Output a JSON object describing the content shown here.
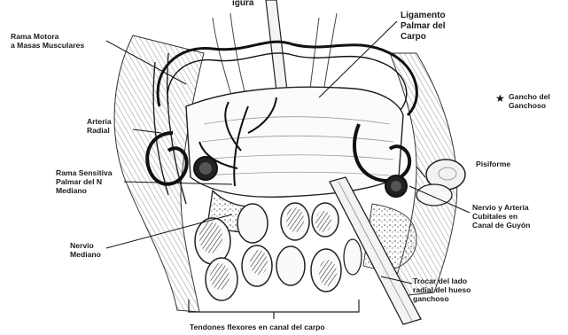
{
  "figure": {
    "partial_title": "igura",
    "labels": {
      "ligamento": "Ligamento\nPalmar del\nCarpo",
      "rama_motora": "Rama Motora\na Masas Musculares",
      "gancho": "Gancho del\nGanchoso",
      "arteria_radial": "Arteria\nRadial",
      "pisiforme": "Pisiforme",
      "rama_sensitiva": "Rama Sensitiva\nPalmar del N\nMediano",
      "nervio_arteria_cubitales": "Nervio y Arteria\nCubitales en\nCanal de Guyón",
      "nervio_mediano": "Nervio\nMediano",
      "trocar": "Trocar del lado\nradial del hueso\nganchoso",
      "tendones": "Tendones flexores en canal del carpo"
    },
    "marker": "★",
    "colors": {
      "ink": "#1a1a1a",
      "paper": "#ffffff",
      "shade": "#6b6b6b"
    }
  }
}
